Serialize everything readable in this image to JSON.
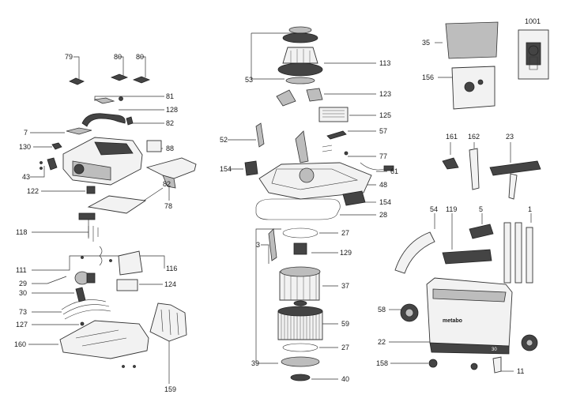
{
  "callouts": [
    {
      "id": "c79",
      "label": "79"
    },
    {
      "id": "c80a",
      "label": "80"
    },
    {
      "id": "c80b",
      "label": "80"
    },
    {
      "id": "c81",
      "label": "81"
    },
    {
      "id": "c128",
      "label": "128"
    },
    {
      "id": "c82a",
      "label": "82"
    },
    {
      "id": "c7",
      "label": "7"
    },
    {
      "id": "c130",
      "label": "130"
    },
    {
      "id": "c88",
      "label": "88"
    },
    {
      "id": "c43",
      "label": "43"
    },
    {
      "id": "c122",
      "label": "122"
    },
    {
      "id": "c82b",
      "label": "82"
    },
    {
      "id": "c78",
      "label": "78"
    },
    {
      "id": "c118",
      "label": "118"
    },
    {
      "id": "c111",
      "label": "111"
    },
    {
      "id": "c116",
      "label": "116"
    },
    {
      "id": "c29",
      "label": "29"
    },
    {
      "id": "c30",
      "label": "30"
    },
    {
      "id": "c124",
      "label": "124"
    },
    {
      "id": "c73",
      "label": "73"
    },
    {
      "id": "c127",
      "label": "127"
    },
    {
      "id": "c160",
      "label": "160"
    },
    {
      "id": "c159",
      "label": "159"
    },
    {
      "id": "c53",
      "label": "53"
    },
    {
      "id": "c113",
      "label": "113"
    },
    {
      "id": "c123",
      "label": "123"
    },
    {
      "id": "c125",
      "label": "125"
    },
    {
      "id": "c52",
      "label": "52"
    },
    {
      "id": "c57",
      "label": "57"
    },
    {
      "id": "c77",
      "label": "77"
    },
    {
      "id": "c154a",
      "label": "154"
    },
    {
      "id": "c61",
      "label": "61"
    },
    {
      "id": "c48",
      "label": "48"
    },
    {
      "id": "c154b",
      "label": "154"
    },
    {
      "id": "c28",
      "label": "28"
    },
    {
      "id": "c3",
      "label": "3"
    },
    {
      "id": "c27a",
      "label": "27"
    },
    {
      "id": "c129",
      "label": "129"
    },
    {
      "id": "c37",
      "label": "37"
    },
    {
      "id": "c59",
      "label": "59"
    },
    {
      "id": "c27b",
      "label": "27"
    },
    {
      "id": "c39",
      "label": "39"
    },
    {
      "id": "c40",
      "label": "40"
    },
    {
      "id": "c1001",
      "label": "1001"
    },
    {
      "id": "c35",
      "label": "35"
    },
    {
      "id": "c156",
      "label": "156"
    },
    {
      "id": "c161",
      "label": "161"
    },
    {
      "id": "c162",
      "label": "162"
    },
    {
      "id": "c23",
      "label": "23"
    },
    {
      "id": "c54",
      "label": "54"
    },
    {
      "id": "c119",
      "label": "119"
    },
    {
      "id": "c5",
      "label": "5"
    },
    {
      "id": "c1",
      "label": "1"
    },
    {
      "id": "c58",
      "label": "58"
    },
    {
      "id": "c22",
      "label": "22"
    },
    {
      "id": "c158",
      "label": "158"
    },
    {
      "id": "c11",
      "label": "11"
    }
  ],
  "product": {
    "brand": "metabo",
    "capacity": "30"
  }
}
